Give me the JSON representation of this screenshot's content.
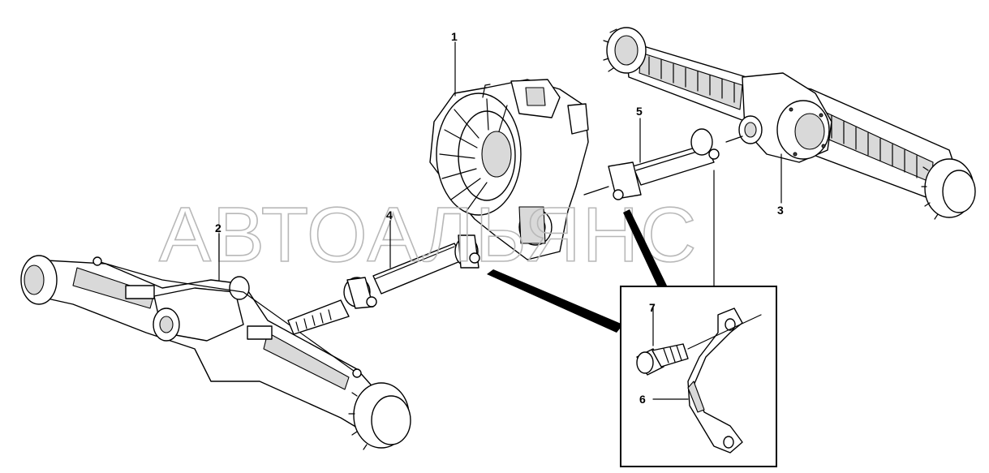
{
  "watermark": "АВТОАЛЬЯНС",
  "callouts": {
    "c1": "1",
    "c2": "2",
    "c3": "3",
    "c4": "4",
    "c5": "5",
    "c6": "6",
    "c7": "7"
  }
}
